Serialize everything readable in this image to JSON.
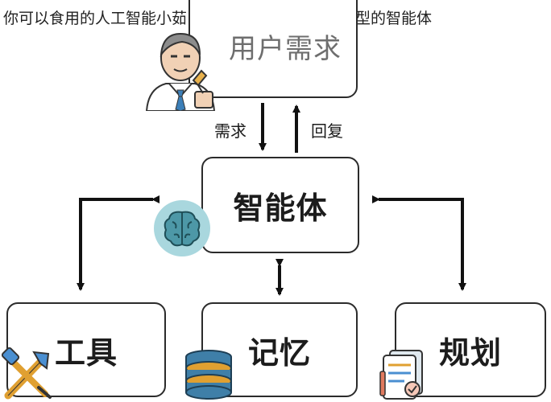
{
  "caption": "你可以食用的人工智能小茹，是一个拥有强大语言模型的智能体",
  "nodes": {
    "user": "用户需求",
    "agent": "智能体",
    "tool": "工具",
    "memory": "记忆",
    "plan": "规划"
  },
  "edges": {
    "request": "需求",
    "reply": "回复"
  },
  "icons": {
    "user": "businessman-icon",
    "agent": "brain-icon",
    "tool": "tools-icon",
    "memory": "database-icon",
    "plan": "checklist-icon"
  },
  "colors": {
    "border": "#2b2b2b",
    "arrow": "#111111",
    "brain_bg": "#a9d7de",
    "database": "#3f7fa8",
    "user_label": "#6e6e6e"
  }
}
